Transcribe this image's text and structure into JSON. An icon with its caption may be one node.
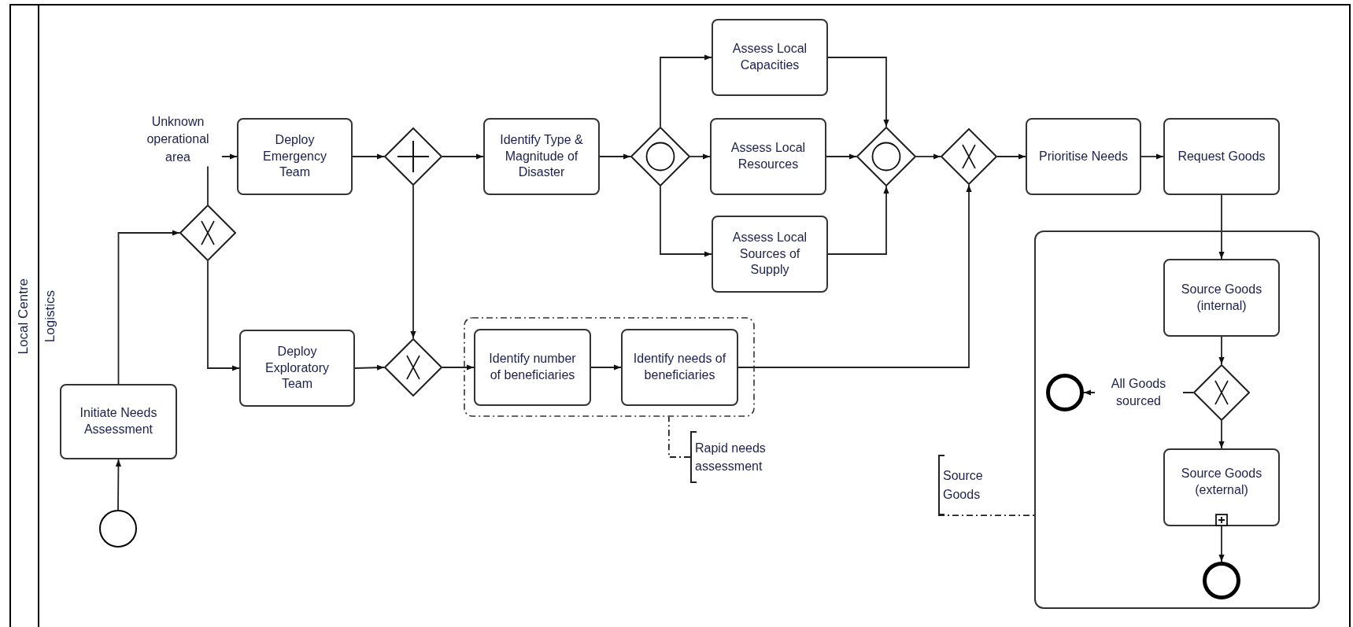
{
  "diagram": {
    "nodes": [
      {
        "text": [
          "Local Centre"
        ]
      },
      {
        "text": [
          "Logistics"
        ],
        "in": 0
      },
      {
        "text": [],
        "shape": "circle",
        "in": 1
      },
      {
        "text": [
          "Initiate Needs Assessment"
        ],
        "in": 1
      },
      {
        "text": [],
        "shape": "diamond",
        "in": 1
      },
      {
        "text": [
          "Deploy Emergency Team"
        ],
        "in": 1
      },
      {
        "text": [
          "Deploy Exploratory Team"
        ],
        "in": 1
      },
      {
        "text": [],
        "shape": "diamond",
        "in": 1
      },
      {
        "text": [],
        "shape": "diamond",
        "in": 1
      },
      {
        "text": [
          "Identify Type & Magnitude of Disaster"
        ],
        "in": 1
      },
      {
        "text": [],
        "shape": "diamond",
        "in": 1
      },
      {
        "text": [
          "Assess Local Capacities"
        ],
        "in": 1
      },
      {
        "text": [
          "Assess Local Resources"
        ],
        "in": 1
      },
      {
        "text": [
          "Assess Local Sources of Supply"
        ],
        "in": 1
      },
      {
        "text": [],
        "shape": "diamond",
        "in": 1
      },
      {
        "text": [],
        "shape": "diamond",
        "in": 1
      },
      {
        "text": [
          "Prioritise Needs"
        ],
        "in": 1
      },
      {
        "text": [
          "Request Goods"
        ],
        "in": 1
      },
      {
        "text": [],
        "shape": "box",
        "in": 1
      },
      {
        "text": [
          "Identify number of beneficiaries"
        ],
        "in": 18
      },
      {
        "text": [
          "Identify needs of beneficiaries"
        ],
        "in": 18
      },
      {
        "text": [
          "Rapid needs assessment"
        ],
        "in": 1
      },
      {
        "text": [],
        "shape": "box",
        "in": 1
      },
      {
        "text": [
          "Source Goods"
        ],
        "in": 1
      },
      {
        "text": [
          "Source Goods (internal)"
        ],
        "in": 22
      },
      {
        "text": [],
        "shape": "diamond",
        "in": 22
      },
      {
        "text": [],
        "shape": "circle",
        "in": 22
      },
      {
        "text": [
          "Source Goods (external)"
        ],
        "in": 22
      },
      {
        "text": [],
        "shape": "circle",
        "in": 22
      }
    ],
    "edges": [
      {
        "from": 2,
        "to": 3,
        "arrow": "to"
      },
      {
        "from": 3,
        "to": 4,
        "arrow": "to"
      },
      {
        "from": 4,
        "to": 5,
        "arrow": "to",
        "label": "Unknown operational area"
      },
      {
        "from": 4,
        "to": 6,
        "arrow": "to"
      },
      {
        "from": 5,
        "to": 7,
        "arrow": "to"
      },
      {
        "from": 6,
        "to": 8,
        "arrow": "to"
      },
      {
        "from": 7,
        "to": 8,
        "arrow": "to"
      },
      {
        "from": 7,
        "to": 9,
        "arrow": "to"
      },
      {
        "from": 8,
        "to": 19,
        "arrow": "to"
      },
      {
        "from": 9,
        "to": 10,
        "arrow": "to"
      },
      {
        "from": 10,
        "to": 11,
        "arrow": "to"
      },
      {
        "from": 10,
        "to": 12,
        "arrow": "to"
      },
      {
        "from": 10,
        "to": 13,
        "arrow": "to"
      },
      {
        "from": 11,
        "to": 14,
        "arrow": "to"
      },
      {
        "from": 12,
        "to": 14,
        "arrow": "to"
      },
      {
        "from": 13,
        "to": 14,
        "arrow": "to"
      },
      {
        "from": 14,
        "to": 15,
        "arrow": "to"
      },
      {
        "from": 19,
        "to": 20,
        "arrow": "to"
      },
      {
        "from": 20,
        "to": 15,
        "arrow": "to"
      },
      {
        "from": 15,
        "to": 16,
        "arrow": "to"
      },
      {
        "from": 16,
        "to": 17,
        "arrow": "to"
      },
      {
        "from": 17,
        "to": 24,
        "arrow": "to"
      },
      {
        "from": 24,
        "to": 25,
        "arrow": "to"
      },
      {
        "from": 25,
        "to": 26,
        "arrow": "to",
        "label": "All Goods sourced"
      },
      {
        "from": 25,
        "to": 27,
        "arrow": "to"
      },
      {
        "from": 27,
        "to": 28,
        "arrow": "to"
      },
      {
        "from": 21,
        "to": 18,
        "arrow": "none",
        "style": "dashed"
      },
      {
        "from": 23,
        "to": 22,
        "arrow": "none",
        "style": "dashed"
      }
    ]
  }
}
